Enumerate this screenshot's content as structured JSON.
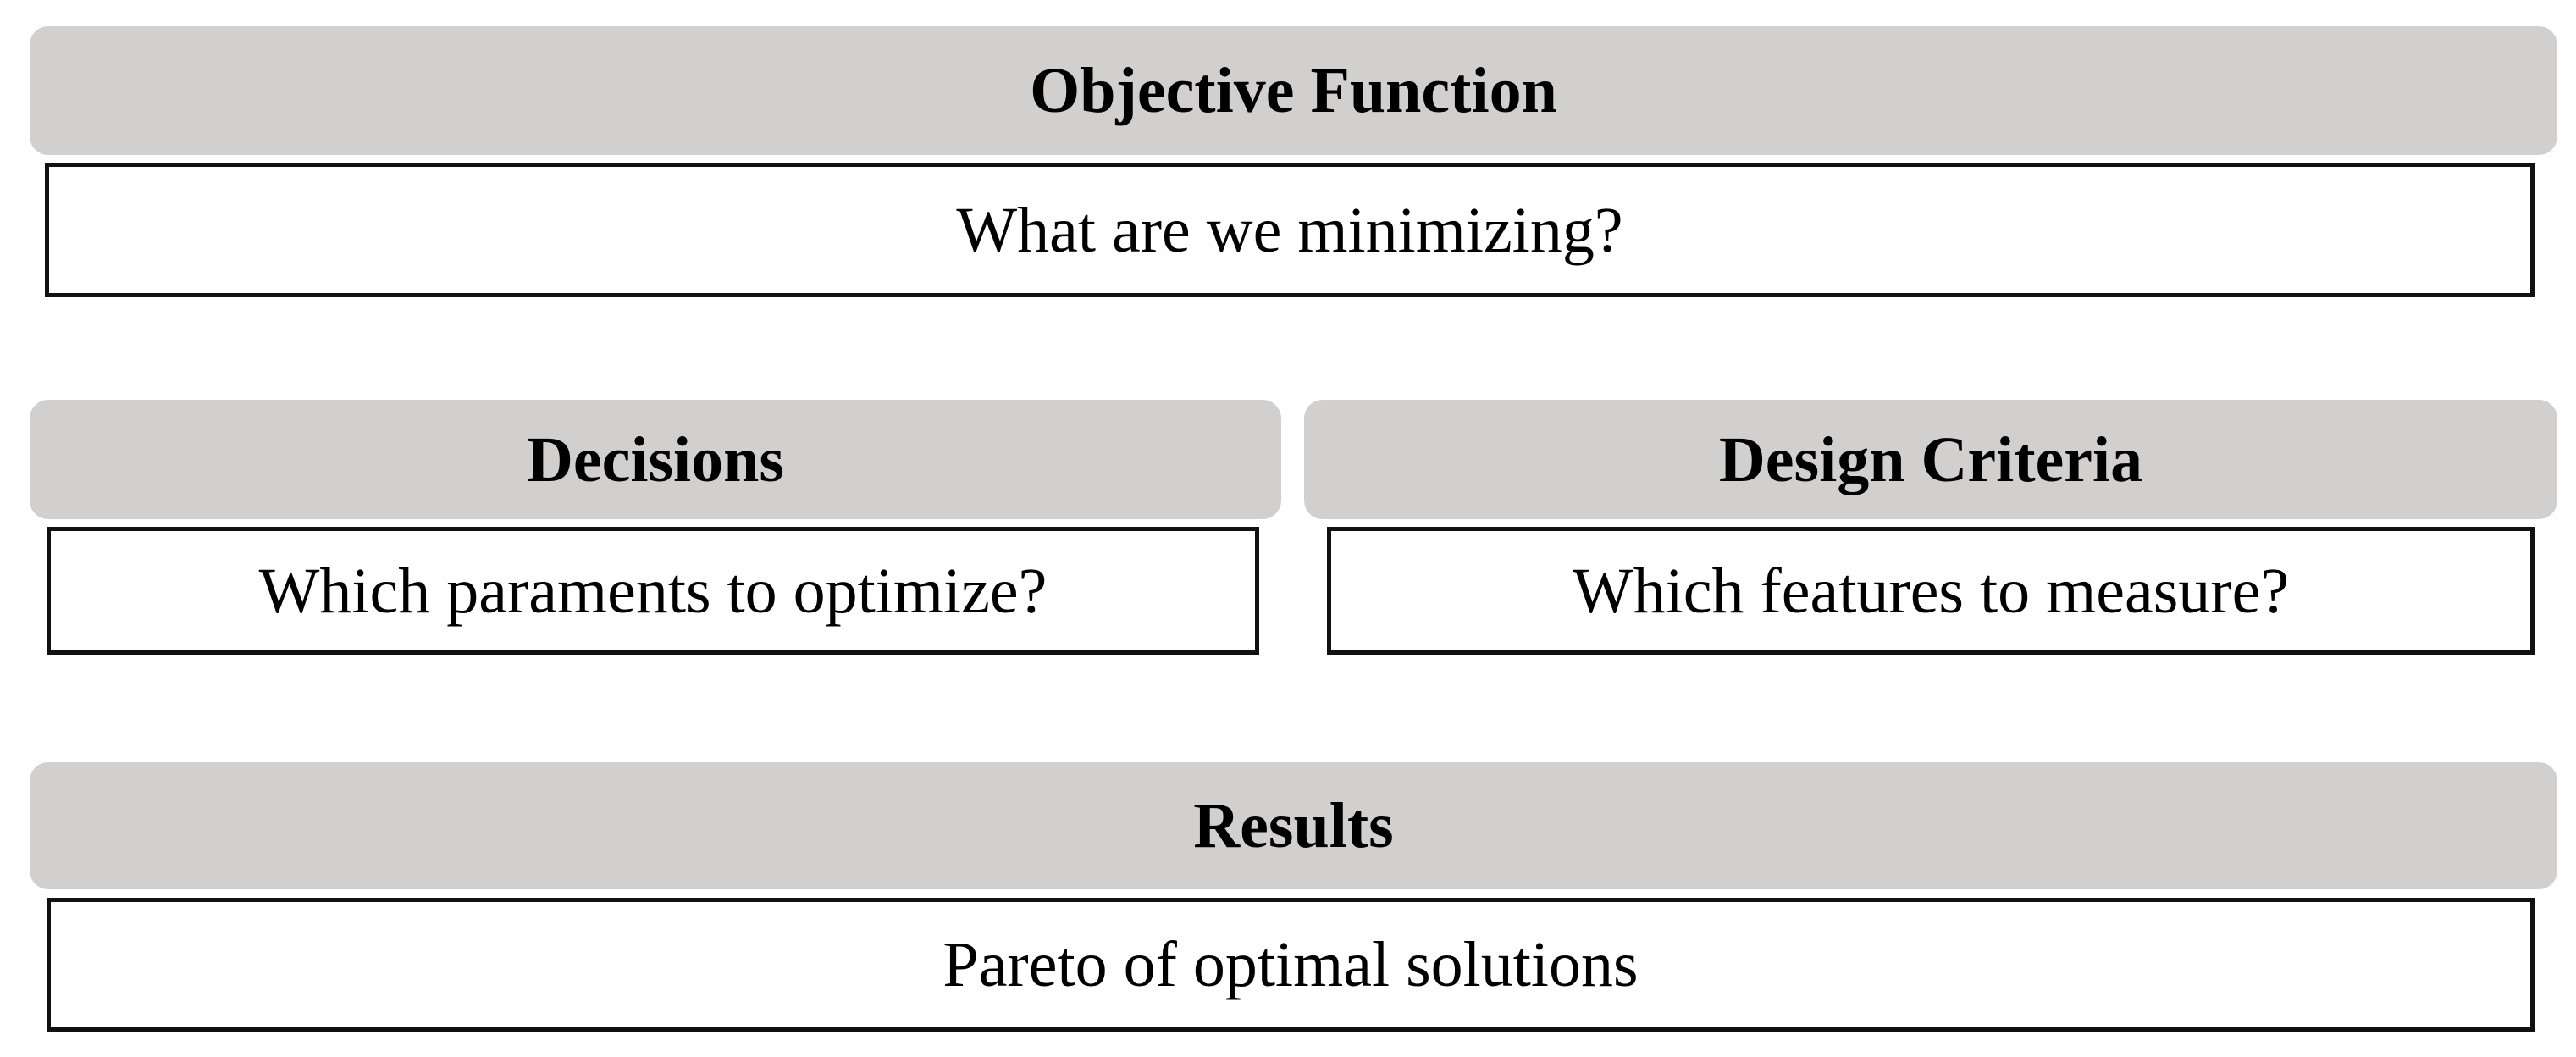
{
  "diagram": {
    "colors": {
      "header_bg": "#d2cfcf",
      "box_border": "#111111",
      "text": "#000000",
      "background": "#ffffff"
    },
    "sections": {
      "objective": {
        "title": "Objective Function",
        "body": "What are we minimizing?"
      },
      "decisions": {
        "title": "Decisions",
        "body": "Which paraments to optimize?"
      },
      "design_criteria": {
        "title": "Design Criteria",
        "body": "Which features to measure?"
      },
      "results": {
        "title": "Results",
        "body": "Pareto of optimal solutions"
      }
    }
  }
}
